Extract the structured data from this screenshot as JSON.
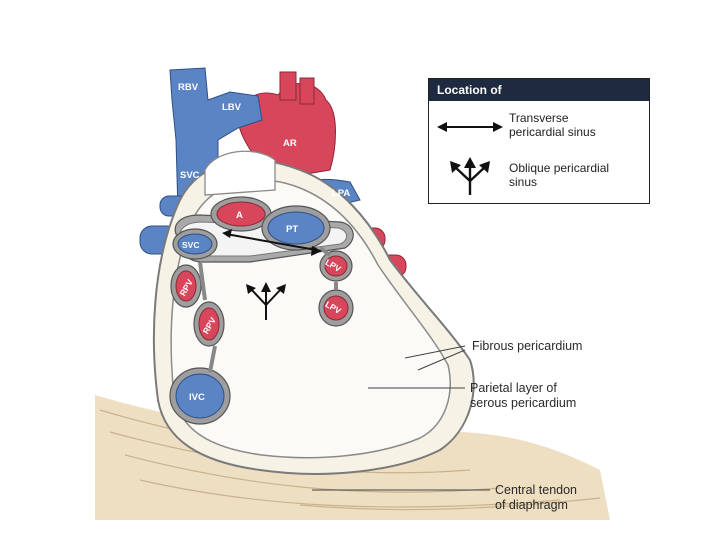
{
  "diagram": {
    "vessel_labels": {
      "rbv": "RBV",
      "lbv": "LBV",
      "ar": "AR",
      "svc": "SVC",
      "lpa": "LPA",
      "a": "A",
      "pt": "PT",
      "svc_inner": "SVC",
      "rpv_upper": "RPV",
      "rpv_lower": "RPV",
      "lpv_upper": "LPV",
      "lpv_lower": "LPV",
      "ivc": "IVC"
    },
    "annotations": {
      "fibrous": "Fibrous pericardium",
      "parietal": "Parietal layer of\nserous pericardium",
      "tendon": "Central tendon\nof diaphragm"
    },
    "legend": {
      "title": "Location of",
      "transverse": "Transverse\npericardial sinus",
      "oblique": "Oblique pericardial\nsinus"
    },
    "colors": {
      "vein_blue": "#5b84c4",
      "artery_red": "#d7465a",
      "pericardium_fill": "#f6f3e6",
      "sac_outline": "#6b6b6b",
      "diaphragm": "#e9d7b8",
      "legend_header": "#1e2a3f"
    }
  }
}
